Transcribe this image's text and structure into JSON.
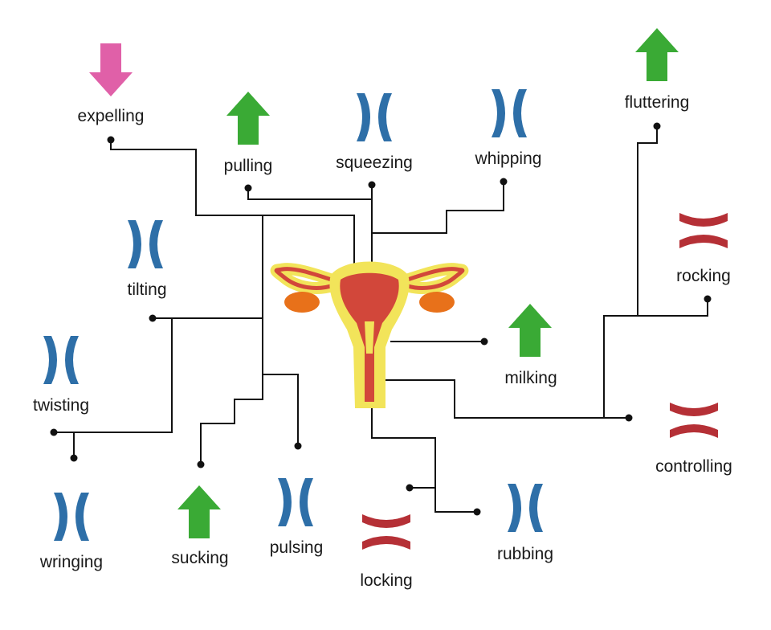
{
  "labels": {
    "expelling": "expelling",
    "pulling": "pulling",
    "squeezing": "squeezing",
    "whipping": "whipping",
    "fluttering": "fluttering",
    "tilting": "tilting",
    "rocking": "rocking",
    "twisting": "twisting",
    "milking": "milking",
    "controlling": "controlling",
    "wringing": "wringing",
    "sucking": "sucking",
    "pulsing": "pulsing",
    "locking": "locking",
    "rubbing": "rubbing"
  },
  "icons": {
    "expelling": "pink-down-arrow-icon",
    "pulling": "green-up-arrow-icon",
    "squeezing": "blue-inward-brackets-icon",
    "whipping": "blue-inward-brackets-icon",
    "fluttering": "green-up-arrow-icon",
    "tilting": "blue-inward-brackets-icon",
    "rocking": "red-horizontal-brackets-icon",
    "twisting": "blue-inward-brackets-icon",
    "milking": "green-up-arrow-icon",
    "controlling": "red-horizontal-brackets-icon",
    "wringing": "blue-inward-brackets-icon",
    "sucking": "green-up-arrow-icon",
    "pulsing": "blue-inward-brackets-icon",
    "locking": "red-horizontal-brackets-icon",
    "rubbing": "blue-inward-brackets-icon"
  },
  "colors": {
    "line": "#111111",
    "green_arrow": "#3aaa35",
    "pink_arrow": "#e060a8",
    "blue_bracket": "#2e6fa8",
    "red_bracket": "#b53036",
    "uterus_outline": "#f2e45a",
    "uterus_body": "#d2473a",
    "ovary": "#e8711a"
  }
}
